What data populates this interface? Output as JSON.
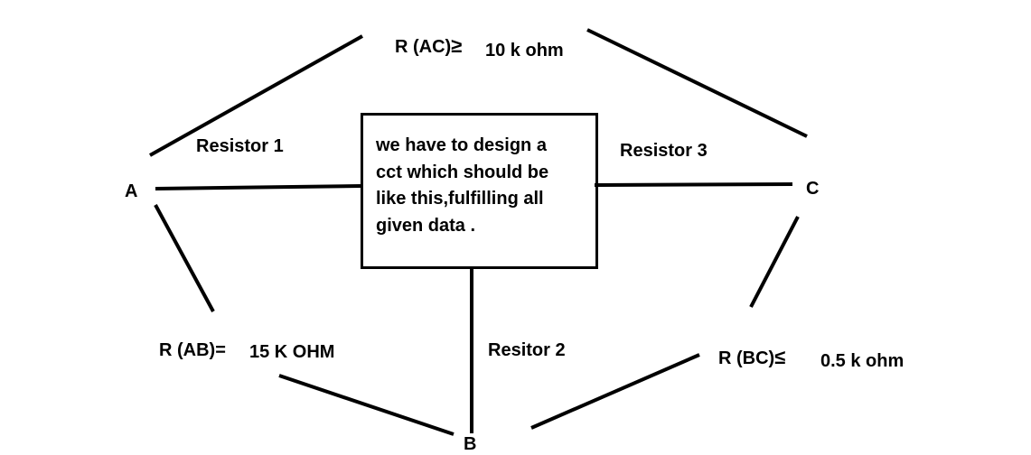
{
  "nodes": {
    "a": "A",
    "b": "B",
    "c": "C"
  },
  "resistors": {
    "r1": "Resistor 1",
    "r2": "Resitor 2",
    "r3": "Resistor 3"
  },
  "constraints": {
    "ac_prefix": "R (AC)",
    "ac_symbol": "≥",
    "ac_value": "10 k ohm",
    "ab_prefix": "R (AB)=",
    "ab_value": "15 K OHM",
    "bc_prefix": "R (BC)",
    "bc_symbol": "≤",
    "bc_value": "0.5 k ohm"
  },
  "box": {
    "lines": [
      "we have to design a",
      "cct  which should be",
      "like this,fulfilling all",
      "given data ."
    ]
  },
  "colors": {
    "ink": "#000000",
    "background": "#ffffff"
  }
}
